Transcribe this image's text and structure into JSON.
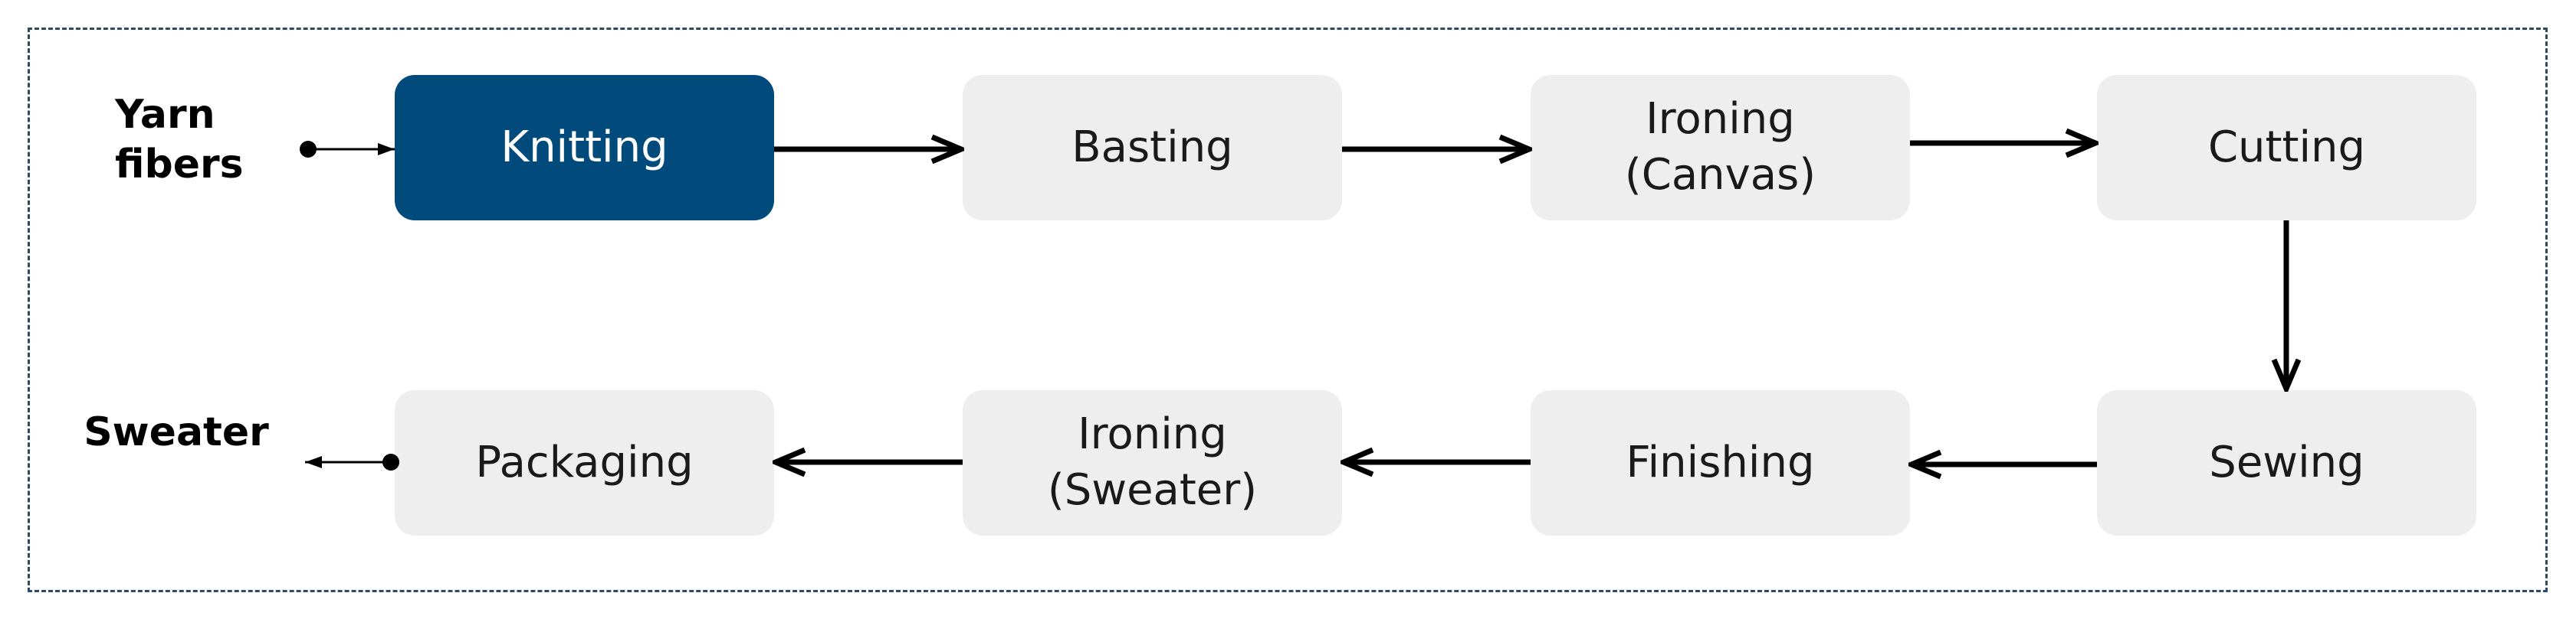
{
  "diagram": {
    "input_label": "Yarn\nfibers",
    "output_label": "Sweater",
    "steps": [
      {
        "id": "knitting",
        "label": "Knitting",
        "highlighted": true
      },
      {
        "id": "basting",
        "label": "Basting",
        "highlighted": false
      },
      {
        "id": "ironing-canvas",
        "label": "Ironing\n(Canvas)",
        "highlighted": false
      },
      {
        "id": "cutting",
        "label": "Cutting",
        "highlighted": false
      },
      {
        "id": "sewing",
        "label": "Sewing",
        "highlighted": false
      },
      {
        "id": "finishing",
        "label": "Finishing",
        "highlighted": false
      },
      {
        "id": "ironing-sweater",
        "label": "Ironing\n(Sweater)",
        "highlighted": false
      },
      {
        "id": "packaging",
        "label": "Packaging",
        "highlighted": false
      }
    ],
    "colors": {
      "highlight_box": "#004b7c",
      "box": "#eeeeee",
      "border": "#2d4a66",
      "arrow": "#000000"
    }
  }
}
